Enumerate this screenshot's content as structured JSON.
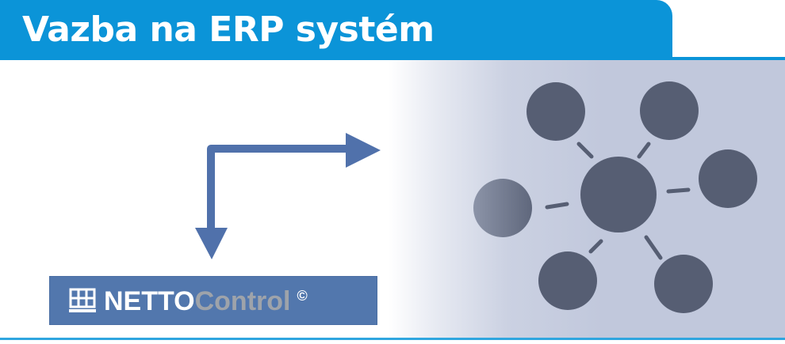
{
  "title": "Vazba na ERP systém",
  "logo": {
    "brand_part1": "NETTO",
    "brand_part2": "Control",
    "copyright_mark": "©"
  },
  "colors": {
    "title_bar": "#0b94d8",
    "arrow": "#5071ab",
    "logo_background": "#5277ad",
    "node": "#565e73",
    "panel_gradient_end": "#c1c8dc"
  },
  "icons": [
    "keyboard-grid-icon",
    "network-hub-icon"
  ]
}
